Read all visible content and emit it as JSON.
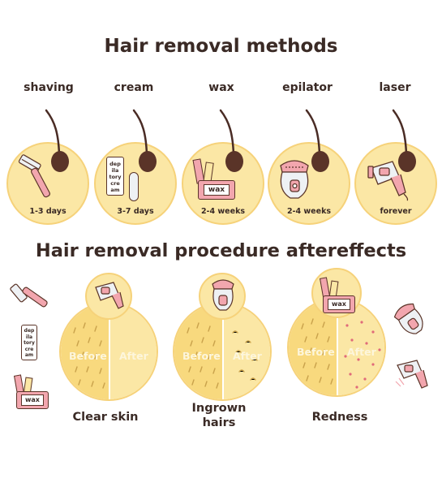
{
  "titles": {
    "methods": "Hair removal methods",
    "aftereffects": "Hair removal procedure  aftereffects"
  },
  "methods": [
    {
      "name": "shaving",
      "duration": "1-3 days",
      "icon": "razor-icon"
    },
    {
      "name": "cream",
      "duration": "3-7 days",
      "icon": "depilatory-cream-icon"
    },
    {
      "name": "wax",
      "duration": "2-4 weeks",
      "icon": "wax-icon"
    },
    {
      "name": "epilator",
      "duration": "2-4 weeks",
      "icon": "epilator-icon"
    },
    {
      "name": "laser",
      "duration": "forever",
      "icon": "laser-device-icon"
    }
  ],
  "product_labels": {
    "cream_lines": [
      "dep",
      "ila",
      "tory",
      "cre",
      "am"
    ],
    "wax": "wax"
  },
  "aftereffects": [
    {
      "result": "Clear skin",
      "before": "Before",
      "after": "After",
      "icon": "laser-device-icon"
    },
    {
      "result": "Ingrown\nhairs",
      "before": "Before",
      "after": "After",
      "icon": "epilator-icon"
    },
    {
      "result": "Redness",
      "before": "Before",
      "after": "After",
      "icon": "wax-icon"
    }
  ],
  "colors": {
    "circle_fill": "#fbe7a5",
    "pink": "#f2a6ae",
    "hair": "#4a2c25",
    "redness_dots": "#e06a7a"
  }
}
